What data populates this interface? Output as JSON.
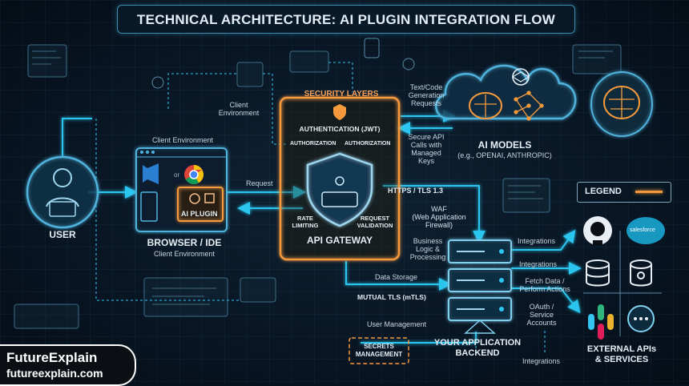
{
  "title": "TECHNICAL ARCHITECTURE: AI PLUGIN INTEGRATION FLOW",
  "user": {
    "label": "USER"
  },
  "client": {
    "env_label_top": "Client Environment",
    "env_label_upper": "Client\nEnvironment",
    "browser_label": "BROWSER / IDE",
    "browser_sub": "Client Environment",
    "plugin_label": "AI PLUGIN",
    "or_label": "or",
    "request_label": "Request"
  },
  "security": {
    "title": "SECURITY LAYERS",
    "authentication": "AUTHENTICATION (JWT)",
    "authorization_left": "AUTHORIZATION",
    "authorization_right": "AUTHORIZATION",
    "rate_limiting": "RATE\nLIMITING",
    "request_validation": "REQUEST\nVALIDATION",
    "gateway": "API GATEWAY"
  },
  "ai": {
    "text_code": "Text/Code\nGeneration\nRequests",
    "secure_api": "Secure API\nCalls with\nManaged\nKeys",
    "models": "AI MODELS",
    "models_sub": "(e.g., OPENAI, ANTHROPIC)"
  },
  "links": {
    "https": "HTTPS / TLS 1.3",
    "waf": "WAF\n(Web Application\nFirewall)",
    "business": "Business\nLogic &\nProcessing",
    "data_storage": "Data Storage",
    "mtls": "MUTUAL TLS (mTLS)",
    "user_mgmt": "User Management",
    "secrets": "SECRETS\nMANAGEMENT",
    "backend": "YOUR APPLICATION\nBACKEND",
    "integrations_1": "Integrations",
    "integrations_2": "Integrations",
    "fetch": "Fetch Data /\nPerform Actions",
    "oauth": "OAuth /\nService\nAccounts",
    "integrations_3": "Integrations"
  },
  "external": {
    "label": "EXTERNAL APIs\n& SERVICES",
    "salesforce": "salesforce"
  },
  "legend": {
    "label": "LEGEND"
  },
  "brand": {
    "name": "FutureExplain",
    "url": "futureexplain.com"
  },
  "colors": {
    "cyan": "#29c6f0",
    "orange": "#f59a3c",
    "bg": "#07131f"
  }
}
